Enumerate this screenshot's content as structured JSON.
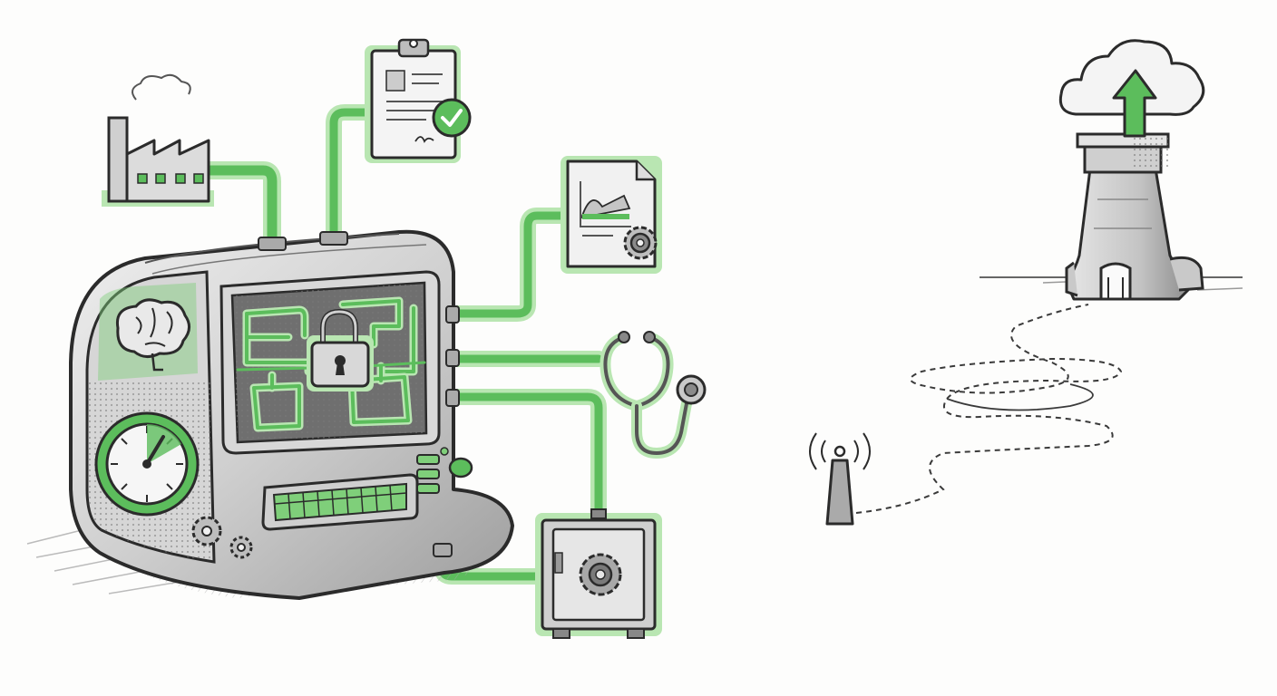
{
  "illustration": {
    "style": "hand-drawn pencil sketch with green highlights",
    "colors": {
      "accent": "#5cbd5c",
      "accent_dark": "#2f7d32",
      "glow": "#b9e6b2",
      "ink": "#2b2b2b",
      "metal": "#c9c9c9",
      "metal_dark": "#8c8c8c",
      "paper": "#fdfdfc"
    },
    "machine": {
      "modules": [
        {
          "name": "brain-panel",
          "icon": "brain-icon"
        },
        {
          "name": "gauge",
          "icon": "gauge-icon",
          "level": 0.35
        },
        {
          "name": "screen-circuit",
          "icon": "padlock-icon"
        },
        {
          "name": "keyboard",
          "icon": "keyboard-icon"
        },
        {
          "name": "gears",
          "icon": "gear-icon"
        }
      ]
    },
    "connected_sources": [
      {
        "name": "factory",
        "icon": "factory-icon"
      },
      {
        "name": "approved-clipboard",
        "icon": "clipboard-check-icon"
      },
      {
        "name": "report-document",
        "icon": "document-chart-gear-icon"
      },
      {
        "name": "stethoscope",
        "icon": "stethoscope-icon"
      },
      {
        "name": "safe-vault",
        "icon": "safe-gear-icon"
      }
    ],
    "right_scene": [
      {
        "name": "antenna",
        "icon": "broadcast-antenna-icon"
      },
      {
        "name": "tower",
        "icon": "tower-icon"
      },
      {
        "name": "cloud-upload",
        "icon": "cloud-upload-icon"
      }
    ]
  }
}
